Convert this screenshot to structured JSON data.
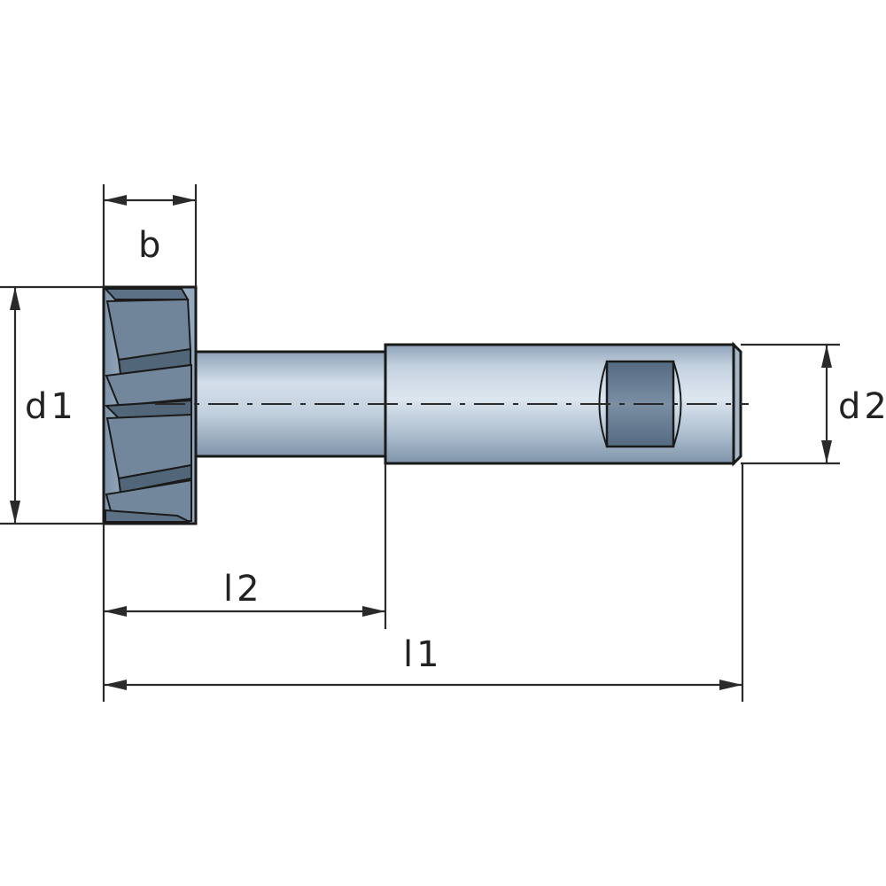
{
  "labels": {
    "b": "b",
    "d1": "d1",
    "d2": "d2",
    "l1": "l1",
    "l2": "l2"
  },
  "colors": {
    "steel_light": "#c9d6e4",
    "steel_mid": "#9fb3c8",
    "steel_dark": "#6f8397",
    "tooth_dark": "#5d7186",
    "flat_dark": "#5f7387",
    "line": "#1a1a1a"
  }
}
